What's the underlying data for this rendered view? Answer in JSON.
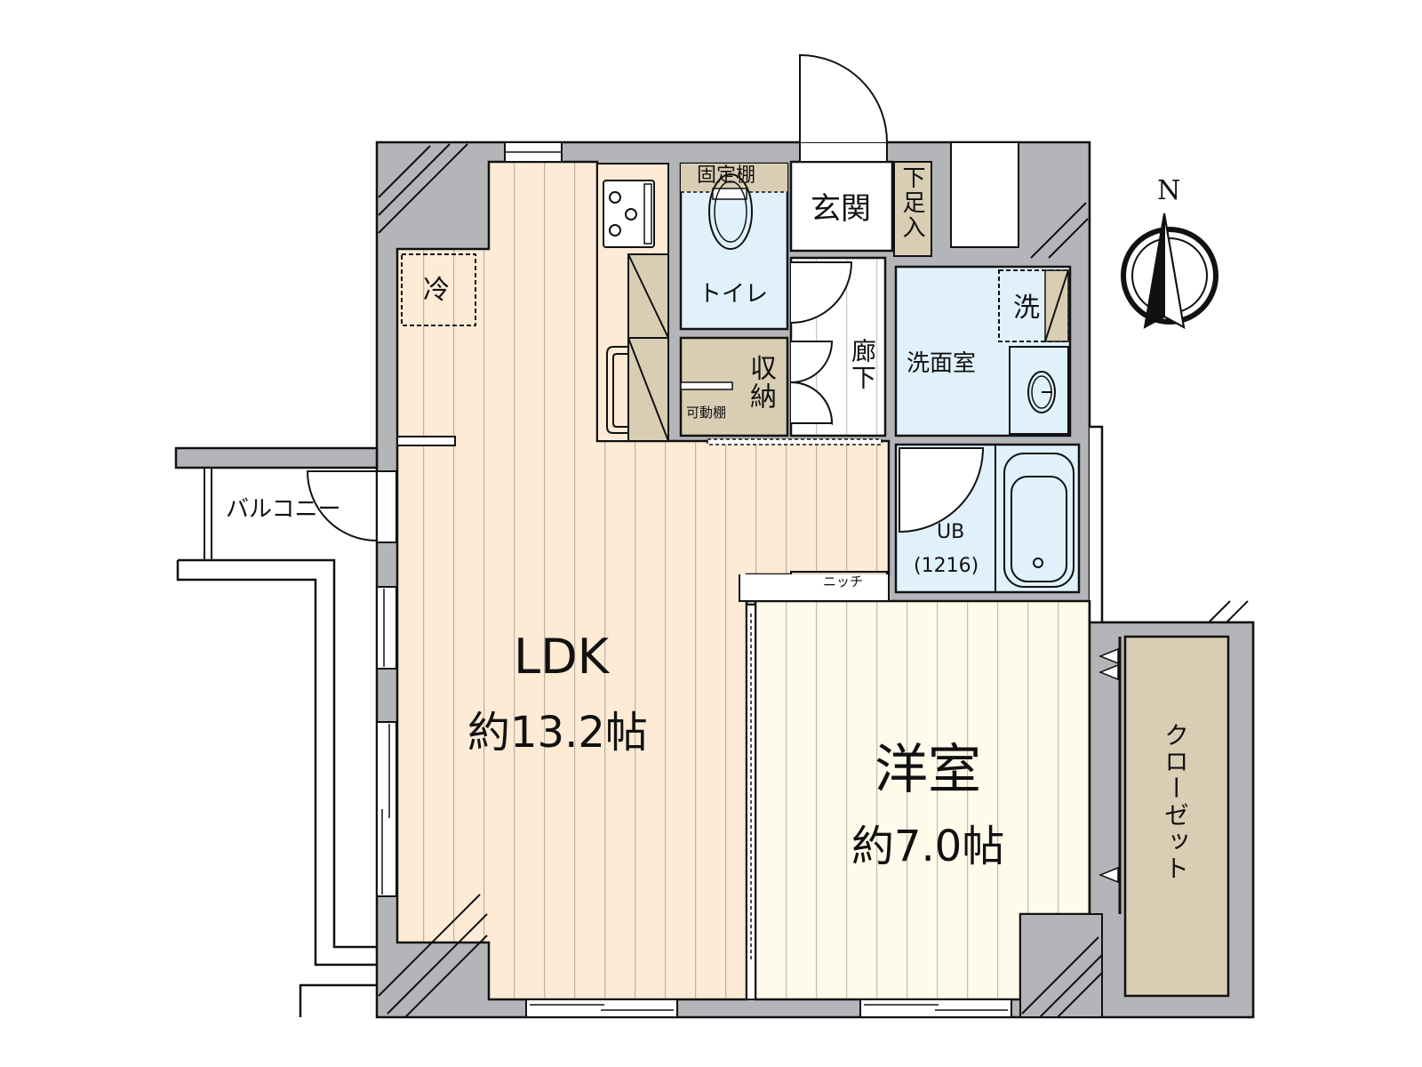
{
  "colors": {
    "wall": "#b4b5b8",
    "ldk_floor": "#fdebd6",
    "bedroom_floor": "#fefbea",
    "wet_area": "#e0f1fb",
    "storage": "#d9cdb4",
    "outline": "#111111"
  },
  "rooms": {
    "ldk": {
      "name": "LDK",
      "area": "約13.2帖"
    },
    "bedroom": {
      "name": "洋室",
      "area": "約7.0帖"
    },
    "entrance": {
      "name": "玄関"
    },
    "shoe_box": {
      "name": "下足入"
    },
    "toilet": {
      "name": "トイレ"
    },
    "fixed_shelf": {
      "name": "固定棚"
    },
    "storage": {
      "name": "収納"
    },
    "adjustable_shelf": {
      "name": "可動棚"
    },
    "hallway": {
      "name": "廊下"
    },
    "washroom": {
      "name": "洗面室"
    },
    "washer": {
      "name": "洗"
    },
    "bath": {
      "name": "UB",
      "size": "(1216)"
    },
    "niche": {
      "name": "ニッチ"
    },
    "closet": {
      "name": "クローゼット"
    },
    "balcony": {
      "name": "バルコニー"
    },
    "fridge": {
      "name": "冷"
    }
  },
  "compass": {
    "label": "N",
    "icon": "north-arrow-icon"
  }
}
